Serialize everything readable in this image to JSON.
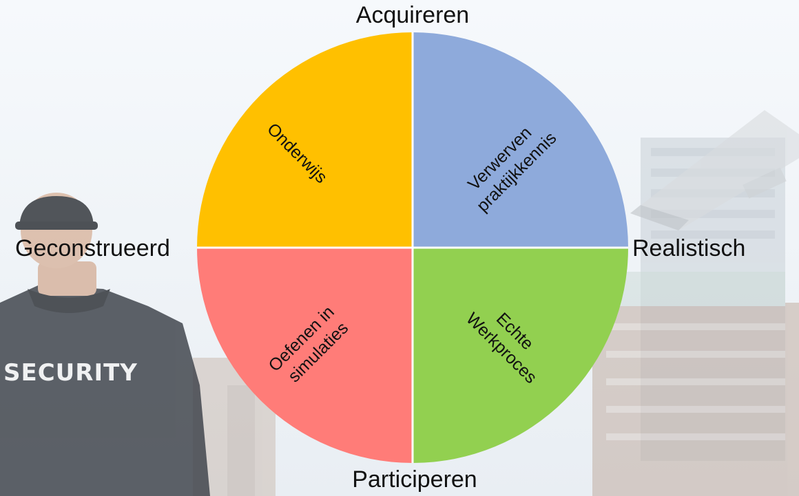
{
  "axes": {
    "top": "Acquireren",
    "bottom": "Participeren",
    "left": "Geconstrueerd",
    "right": "Realistisch"
  },
  "quadrants": {
    "top_left": {
      "lines": [
        "Onderwijs"
      ],
      "color": "#ffc000"
    },
    "top_right": {
      "lines": [
        "Verwerven",
        "praktijkkennis"
      ],
      "color": "#8eaadb"
    },
    "bottom_left": {
      "lines": [
        "Oefenen in",
        "simulaties"
      ],
      "color": "#ff7c78"
    },
    "bottom_right": {
      "lines": [
        "Echte",
        "Werkproces"
      ],
      "color": "#92d050"
    }
  },
  "background": {
    "jacket_text": "SECURITY",
    "divider_color": "#ffffff"
  }
}
